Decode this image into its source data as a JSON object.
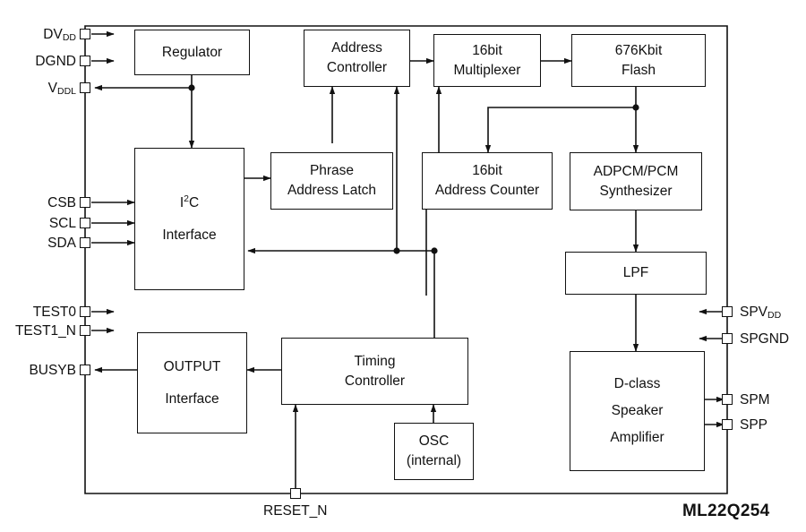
{
  "diagram": {
    "part_number": "ML22Q254",
    "border_label": "chip-boundary"
  },
  "blocks": [
    {
      "id": "regulator",
      "lines": [
        "Regulator"
      ]
    },
    {
      "id": "address-controller",
      "lines": [
        "Address",
        "Controller"
      ]
    },
    {
      "id": "multiplexer",
      "lines": [
        "16bit",
        "Multiplexer"
      ]
    },
    {
      "id": "flash",
      "lines": [
        "676Kbit",
        "Flash"
      ]
    },
    {
      "id": "i2c-interface",
      "lines": [
        "I2C",
        "Interface"
      ]
    },
    {
      "id": "phrase-address-latch",
      "lines": [
        "Phrase",
        "Address Latch"
      ]
    },
    {
      "id": "address-counter",
      "lines": [
        "16bit",
        "Address Counter"
      ]
    },
    {
      "id": "adpcm-pcm-synthesizer",
      "lines": [
        "ADPCM/PCM",
        "Synthesizer"
      ]
    },
    {
      "id": "lpf",
      "lines": [
        "LPF"
      ]
    },
    {
      "id": "output-interface",
      "lines": [
        "OUTPUT",
        "Interface"
      ]
    },
    {
      "id": "timing-controller",
      "lines": [
        "Timing",
        "Controller"
      ]
    },
    {
      "id": "osc",
      "lines": [
        "OSC",
        "(internal)"
      ]
    },
    {
      "id": "speaker-amplifier",
      "lines": [
        "D-class",
        "Speaker",
        "Amplifier"
      ]
    }
  ],
  "block_text": {
    "regulator": "Regulator",
    "address_controller_1": "Address",
    "address_controller_2": "Controller",
    "multiplexer_1": "16bit",
    "multiplexer_2": "Multiplexer",
    "flash_1": "676Kbit",
    "flash_2": "Flash",
    "i2c_1": "I",
    "i2c_1_sup": "2",
    "i2c_1_end": "C",
    "i2c_2": "Interface",
    "phrase_latch_1": "Phrase",
    "phrase_latch_2": "Address Latch",
    "address_counter_1": "16bit",
    "address_counter_2": "Address Counter",
    "synth_1": "ADPCM/PCM",
    "synth_2": "Synthesizer",
    "lpf_1": "LPF",
    "output_if_1": "OUTPUT",
    "output_if_2": "Interface",
    "timing_1": "Timing",
    "timing_2": "Controller",
    "osc_1": "OSC",
    "osc_2": "(internal)",
    "amp_1": "D-class",
    "amp_2": "Speaker",
    "amp_3": "Amplifier"
  },
  "pins": {
    "left": [
      {
        "id": "dvdd",
        "text": "DV",
        "sub": "DD",
        "direction": "in"
      },
      {
        "id": "dgnd",
        "text": "DGND",
        "sub": "",
        "direction": "in"
      },
      {
        "id": "vddl",
        "text": "V",
        "sub": "DDL",
        "direction": "out"
      },
      {
        "id": "csb",
        "text": "CSB",
        "sub": "",
        "direction": "in"
      },
      {
        "id": "scl",
        "text": "SCL",
        "sub": "",
        "direction": "in"
      },
      {
        "id": "sda",
        "text": "SDA",
        "sub": "",
        "direction": "in"
      },
      {
        "id": "test0",
        "text": "TEST0",
        "sub": "",
        "direction": "in"
      },
      {
        "id": "test1_n",
        "text": "TEST1_N",
        "sub": "",
        "direction": "in"
      },
      {
        "id": "busyb",
        "text": "BUSYB",
        "sub": "",
        "direction": "out"
      }
    ],
    "right": [
      {
        "id": "spvdd",
        "text": "SPV",
        "sub": "DD",
        "direction": "in"
      },
      {
        "id": "spgnd",
        "text": "SPGND",
        "sub": "",
        "direction": "in"
      },
      {
        "id": "spm",
        "text": "SPM",
        "sub": "",
        "direction": "out"
      },
      {
        "id": "spp",
        "text": "SPP",
        "sub": "",
        "direction": "out"
      }
    ],
    "bottom": [
      {
        "id": "reset_n",
        "text": "RESET_N",
        "sub": "",
        "direction": "in"
      }
    ]
  },
  "colors": {
    "line": "#111111",
    "background": "#ffffff",
    "block_fill": "#ffffff"
  }
}
